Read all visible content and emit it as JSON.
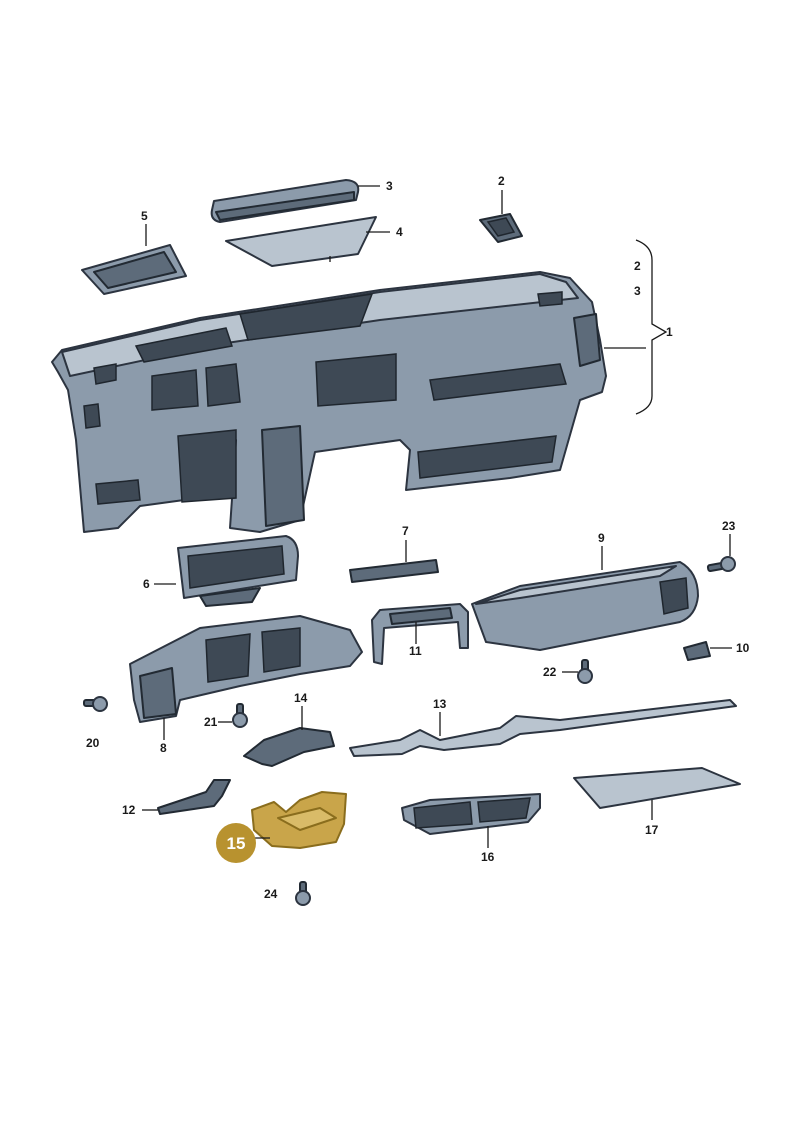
{
  "labels": {
    "l1": "1",
    "l2": "2",
    "l2b": "2",
    "l3": "3",
    "l3b": "3",
    "l4": "4",
    "l5": "5",
    "l6": "6",
    "l7": "7",
    "l8": "8",
    "l9": "9",
    "l10": "10",
    "l11": "11",
    "l12": "12",
    "l13": "13",
    "l14": "14",
    "l15": "15",
    "l16": "16",
    "l17": "17",
    "l20": "20",
    "l21": "21",
    "l22": "22",
    "l23": "23",
    "l24": "24"
  },
  "colors": {
    "part": "#8c9bab",
    "outline": "#2c3440",
    "highlight": "#c9a54a",
    "badge": "#b8922f"
  },
  "highlighted_part": "15"
}
